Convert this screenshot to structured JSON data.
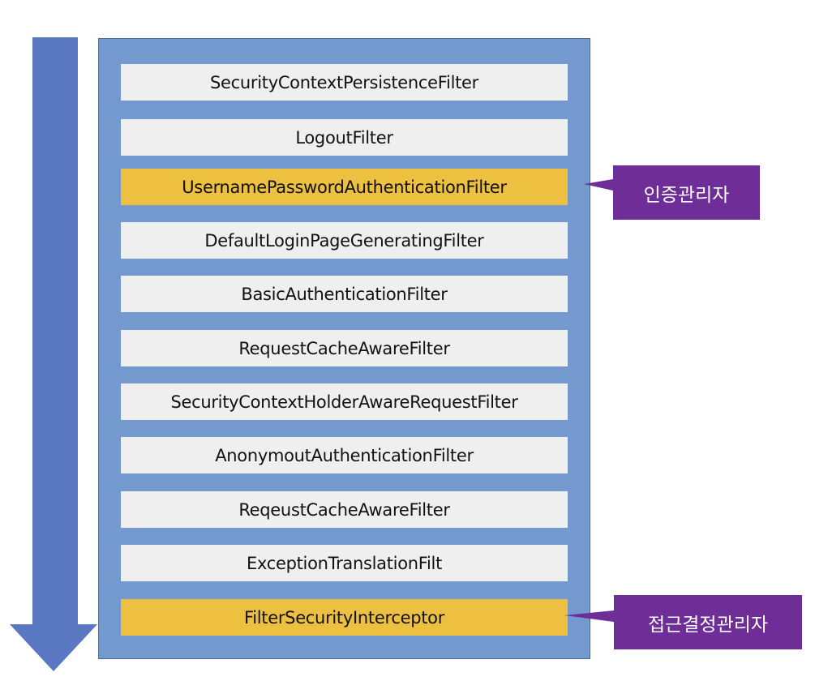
{
  "colors": {
    "arrow": "#5a78c2",
    "panel": "#7499cf",
    "panel_border": "#4a6c9f",
    "filter_box": "#efefef",
    "highlight": "#edc040",
    "callout": "#6e2d97",
    "callout_text": "#ffffff"
  },
  "filters": [
    {
      "label": "SecurityContextPersistenceFilter",
      "highlighted": false
    },
    {
      "label": "LogoutFilter",
      "highlighted": false
    },
    {
      "label": "UsernamePasswordAuthenticationFilter",
      "highlighted": true
    },
    {
      "label": "DefaultLoginPageGeneratingFilter",
      "highlighted": false
    },
    {
      "label": "BasicAuthenticationFilter",
      "highlighted": false
    },
    {
      "label": "RequestCacheAwareFilter",
      "highlighted": false
    },
    {
      "label": "SecurityContextHolderAwareRequestFilter",
      "highlighted": false
    },
    {
      "label": "AnonymoutAuthenticationFilter",
      "highlighted": false
    },
    {
      "label": "ReqeustCacheAwareFilter",
      "highlighted": false
    },
    {
      "label": "ExceptionTranslationFilt",
      "highlighted": false
    },
    {
      "label": "FilterSecurityInterceptor",
      "highlighted": true
    }
  ],
  "callouts": {
    "authentication_manager": "인증관리자",
    "access_decision_manager": "접근결정관리자"
  }
}
